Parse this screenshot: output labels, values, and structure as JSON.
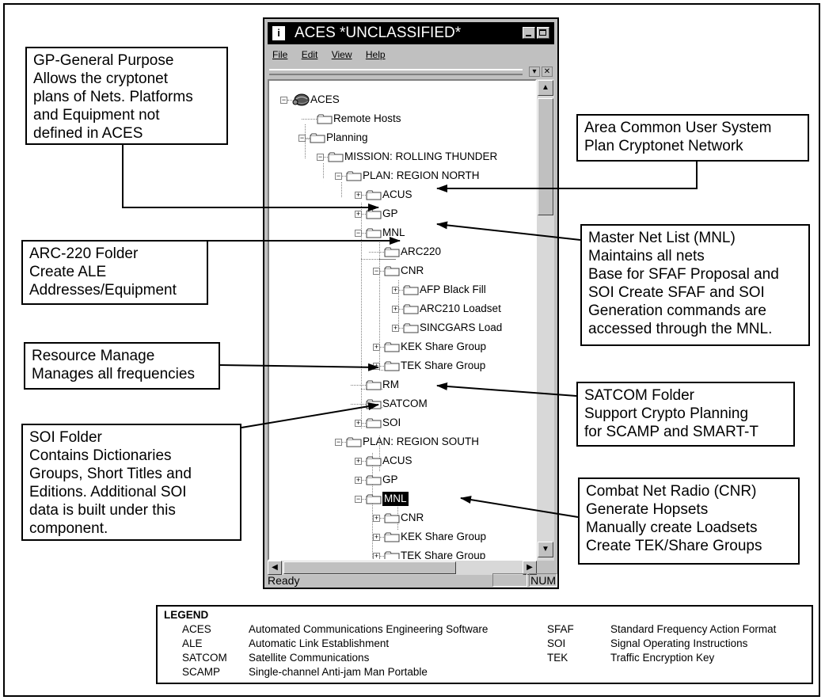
{
  "window": {
    "title": "ACES *UNCLASSIFIED*",
    "icon": "aces-app-icon",
    "menu": [
      "File",
      "Edit",
      "View",
      "Help"
    ],
    "status": "Ready",
    "status_num": "NUM"
  },
  "tree": [
    {
      "label": "ACES",
      "icon": "globe-icon"
    },
    {
      "label": "Remote Hosts",
      "icon": "folder-icon"
    },
    {
      "label": "Planning",
      "icon": "folder-icon"
    },
    {
      "label": "MISSION: ROLLING THUNDER",
      "icon": "folder-icon"
    },
    {
      "label": "PLAN: REGION NORTH",
      "icon": "folder-icon"
    },
    {
      "label": "ACUS",
      "icon": "folder-icon"
    },
    {
      "label": "GP",
      "icon": "folder-icon"
    },
    {
      "label": "MNL",
      "icon": "folder-icon"
    },
    {
      "label": "ARC220",
      "icon": "folder-icon"
    },
    {
      "label": "CNR",
      "icon": "folder-icon"
    },
    {
      "label": "AFP Black Fill",
      "icon": "folder-icon"
    },
    {
      "label": "ARC210 Loadset",
      "icon": "folder-icon"
    },
    {
      "label": "SINCGARS Load",
      "icon": "folder-icon"
    },
    {
      "label": "KEK Share Group",
      "icon": "folder-icon"
    },
    {
      "label": "TEK Share Group",
      "icon": "folder-icon"
    },
    {
      "label": "RM",
      "icon": "folder-icon"
    },
    {
      "label": "SATCOM",
      "icon": "folder-icon"
    },
    {
      "label": "SOI",
      "icon": "folder-icon"
    },
    {
      "label": "PLAN: REGION SOUTH",
      "icon": "folder-icon"
    },
    {
      "label": "ACUS",
      "icon": "folder-icon"
    },
    {
      "label": "GP",
      "icon": "folder-icon"
    },
    {
      "label": "MNL",
      "icon": "folder-icon"
    },
    {
      "label": "CNR",
      "icon": "folder-icon"
    },
    {
      "label": "KEK Share Group",
      "icon": "folder-icon"
    },
    {
      "label": "TEK Share Group",
      "icon": "folder-icon"
    }
  ],
  "callouts": {
    "gp": [
      "GP-General Purpose",
      "Allows the cryptonet",
      "plans of Nets. Platforms",
      "and Equipment not",
      "defined in ACES"
    ],
    "arc220": [
      "ARC-220 Folder",
      "Create ALE",
      "Addresses/Equipment"
    ],
    "rm": [
      "Resource Manage",
      "Manages all frequencies"
    ],
    "soi": [
      "SOI Folder",
      "Contains Dictionaries",
      "Groups, Short Titles and",
      "Editions. Additional SOI",
      "data is built under this",
      "component."
    ],
    "acus": [
      "Area Common User System",
      "Plan Cryptonet Network"
    ],
    "mnl": [
      "Master Net List (MNL)",
      "Maintains all nets",
      "Base for SFAF Proposal and",
      "SOI Create SFAF and SOI",
      "Generation commands are",
      "accessed through the MNL."
    ],
    "satcom": [
      "SATCOM Folder",
      "Support Crypto Planning",
      "for SCAMP and SMART-T"
    ],
    "cnr": [
      "Combat Net Radio (CNR)",
      "Generate Hopsets",
      "Manually create Loadsets",
      "Create TEK/Share Groups"
    ]
  },
  "legend": {
    "title": "LEGEND",
    "left": [
      {
        "abbr": "ACES",
        "def": "Automated Communications Engineering Software"
      },
      {
        "abbr": "ALE",
        "def": "Automatic Link Establishment"
      },
      {
        "abbr": "SATCOM",
        "def": "Satellite Communications"
      },
      {
        "abbr": "SCAMP",
        "def": "Single-channel Anti-jam Man Portable"
      }
    ],
    "right": [
      {
        "abbr": "SFAF",
        "def": "Standard Frequency Action Format"
      },
      {
        "abbr": "SOI",
        "def": "Signal Operating Instructions"
      },
      {
        "abbr": "TEK",
        "def": "Traffic Encryption Key"
      }
    ]
  }
}
